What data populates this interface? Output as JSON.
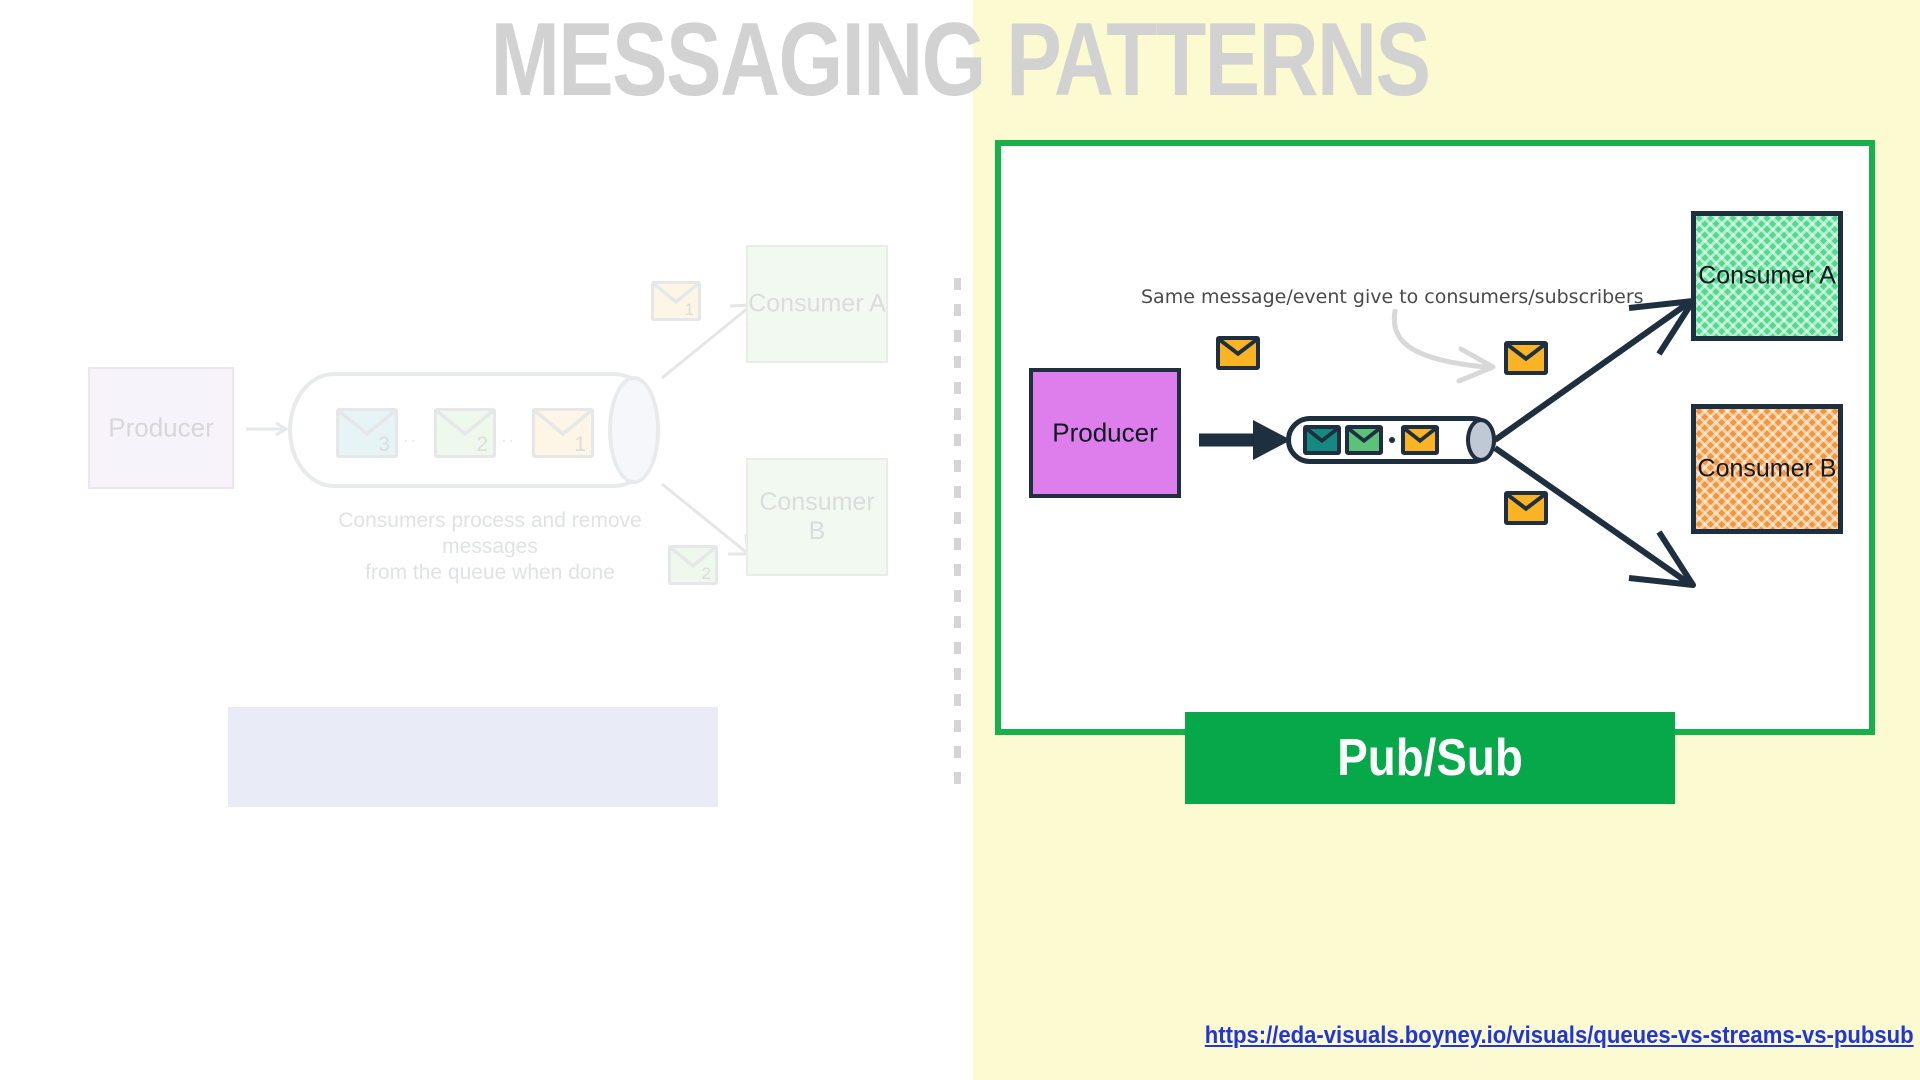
{
  "page": {
    "title": "MESSAGING PATTERNS",
    "background_left": "#FFFFFF",
    "background_right": "#FCFAD1"
  },
  "left_panel": {
    "name": "queues-diagram-faded",
    "producer_label": "Producer",
    "queue_messages": [
      {
        "number": "3",
        "color": "#ADDCE0"
      },
      {
        "number": "2",
        "color": "#CDE9C3"
      },
      {
        "number": "1",
        "color": "#FAE0AE"
      }
    ],
    "separator_dots": "..",
    "caption_line_1": "Consumers process and remove messages",
    "caption_line_2": "from the queue when done",
    "delivered_messages": [
      {
        "number": "1",
        "color": "#FAE0AE"
      },
      {
        "number": "2",
        "color": "#CDE9C3"
      }
    ],
    "consumers": [
      {
        "label": "Consumer A"
      },
      {
        "label": "Consumer B"
      }
    ],
    "banner_label": "",
    "banner_color": "#B7BEE4"
  },
  "right_panel": {
    "name": "pubsub-diagram",
    "border_color": "#17B14B",
    "annotation": "Same message/event give to consumers/subscribers",
    "producer_label": "Producer",
    "producer_color": "#DD7EEC",
    "queue_messages": [
      {
        "color": "#15887F"
      },
      {
        "color": "#5CC279"
      },
      {
        "color": "#F9B325"
      }
    ],
    "broadcast_envelope_color": "#F9B325",
    "consumers": [
      {
        "label": "Consumer A",
        "color": "#52D98E"
      },
      {
        "label": "Consumer B",
        "color": "#F2973C"
      }
    ],
    "banner_label": "Pub/Sub",
    "banner_color": "#06A84A"
  },
  "footer": {
    "source_url": "https://eda-visuals.boyney.io/visuals/queues-vs-streams-vs-pubsub",
    "link_color": "#2036D6"
  }
}
